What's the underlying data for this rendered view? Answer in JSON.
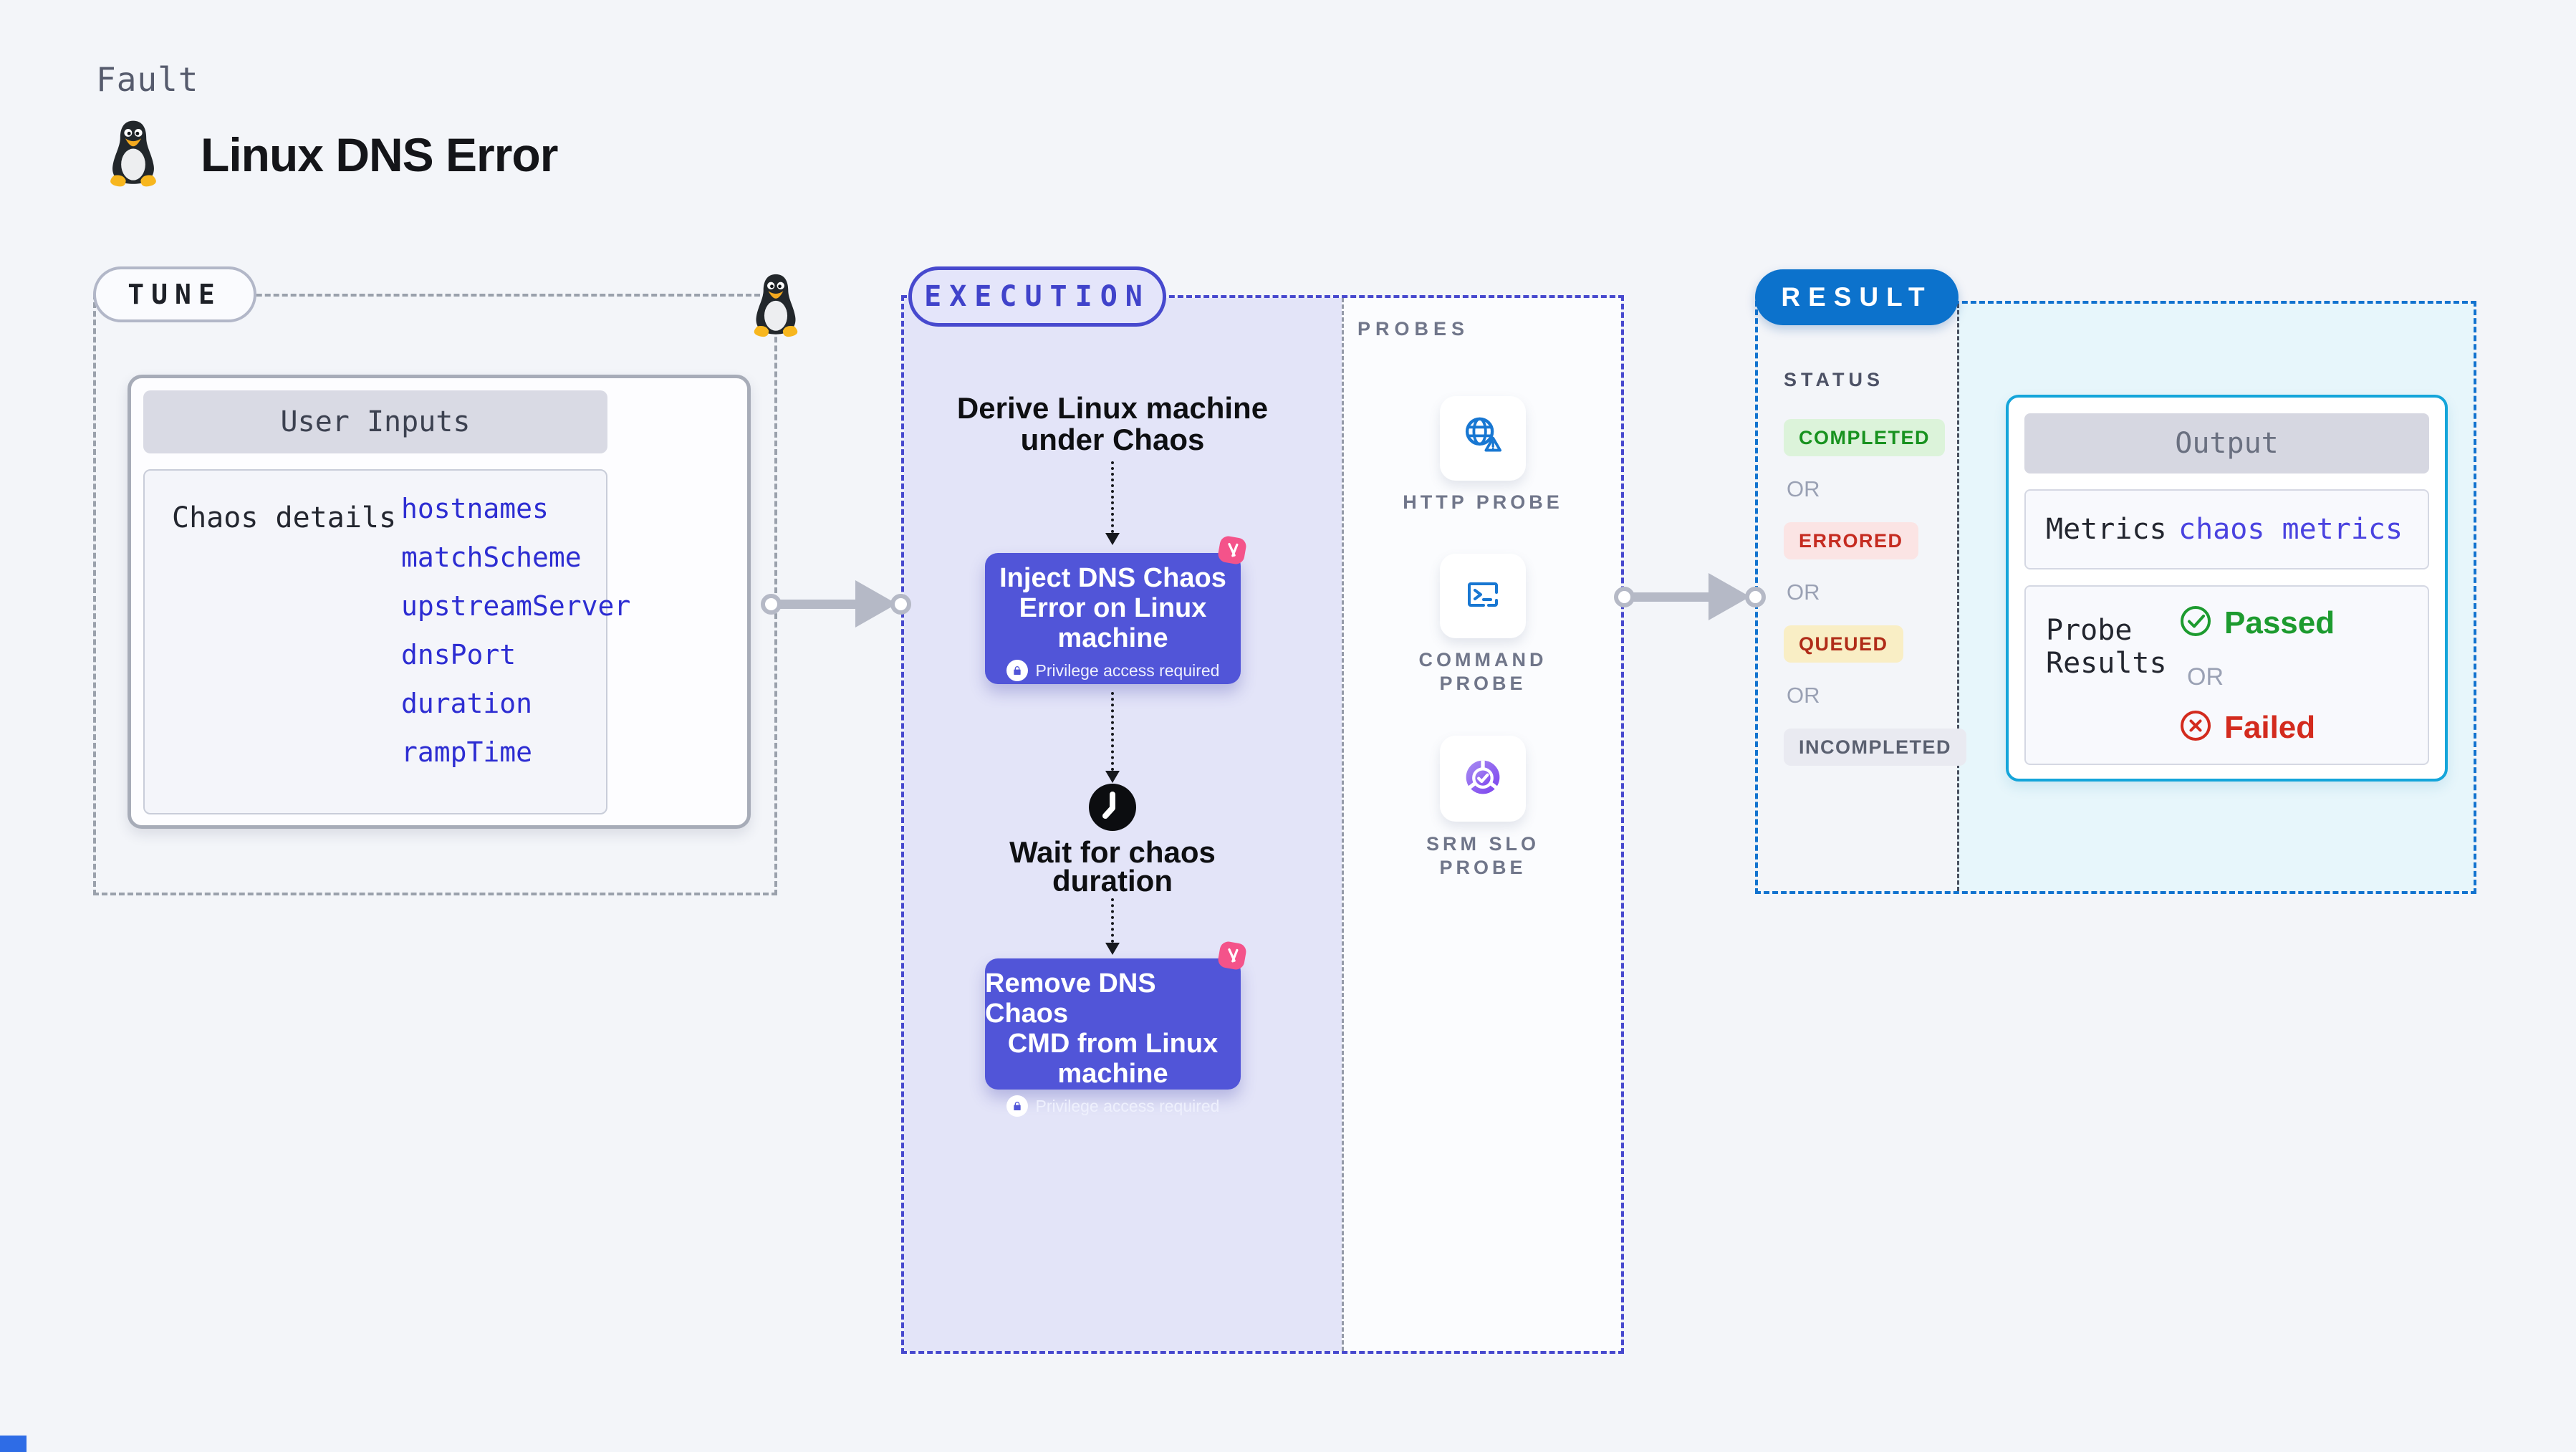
{
  "header": {
    "kind_label": "Fault",
    "title": "Linux DNS Error"
  },
  "tune": {
    "pill": "TUNE",
    "card_title": "User Inputs",
    "row_label": "Chaos details",
    "inputs": [
      "hostnames",
      "matchScheme",
      "upstreamServer",
      "dnsPort",
      "duration",
      "rampTime"
    ]
  },
  "execution": {
    "pill": "EXECUTION",
    "derive": {
      "line1": "Derive Linux machine",
      "line2": "under Chaos"
    },
    "inject": {
      "line1": "Inject DNS Chaos",
      "line2": "Error on Linux",
      "line3": "machine",
      "privilege": "Privilege access required"
    },
    "wait": {
      "line1": "Wait for chaos",
      "line2": "duration"
    },
    "remove": {
      "line1": "Remove DNS Chaos",
      "line2": "CMD from Linux",
      "line3": "machine",
      "privilege": "Privilege access required"
    }
  },
  "probes": {
    "title": "PROBES",
    "items": [
      {
        "icon": "http-probe-icon",
        "lines": [
          "HTTP PROBE"
        ]
      },
      {
        "icon": "command-probe-icon",
        "lines": [
          "COMMAND",
          "PROBE"
        ]
      },
      {
        "icon": "srm-slo-probe-icon",
        "lines": [
          "SRM SLO",
          "PROBE"
        ]
      }
    ]
  },
  "result": {
    "pill": "RESULT",
    "status_label": "STATUS",
    "or": "OR",
    "statuses": [
      {
        "label": "COMPLETED",
        "bg": "#dcf3da",
        "fg": "#18921f"
      },
      {
        "label": "ERRORED",
        "bg": "#fbe4e4",
        "fg": "#c52b20"
      },
      {
        "label": "QUEUED",
        "bg": "#f9eec5",
        "fg": "#b02c18"
      },
      {
        "label": "INCOMPLETED",
        "bg": "#e9eaf1",
        "fg": "#5a6070"
      }
    ],
    "output": {
      "title": "Output",
      "metrics_label": "Metrics",
      "metrics_value": "chaos metrics",
      "probe_label_line1": "Probe",
      "probe_label_line2": "Results",
      "passed": "Passed",
      "failed": "Failed"
    }
  },
  "colors": {
    "page_bg": "#f3f5f9",
    "execution_node": "#5155d8",
    "execution_border": "#4749ce",
    "execution_fill": "#e3e4f8",
    "tune_border": "#9aa1ac",
    "result_border": "#1273cf",
    "result_pill": "#0c72cc",
    "result_fill": "#e7f6fb",
    "output_border": "#14a5da",
    "metrics_value": "#4a43e0",
    "passed": "#1d9b2f",
    "failed": "#d32b1e",
    "chaos_badge": "#f4538a",
    "probe_icon": "#1877d2",
    "arrow": "#b5b9c6"
  }
}
